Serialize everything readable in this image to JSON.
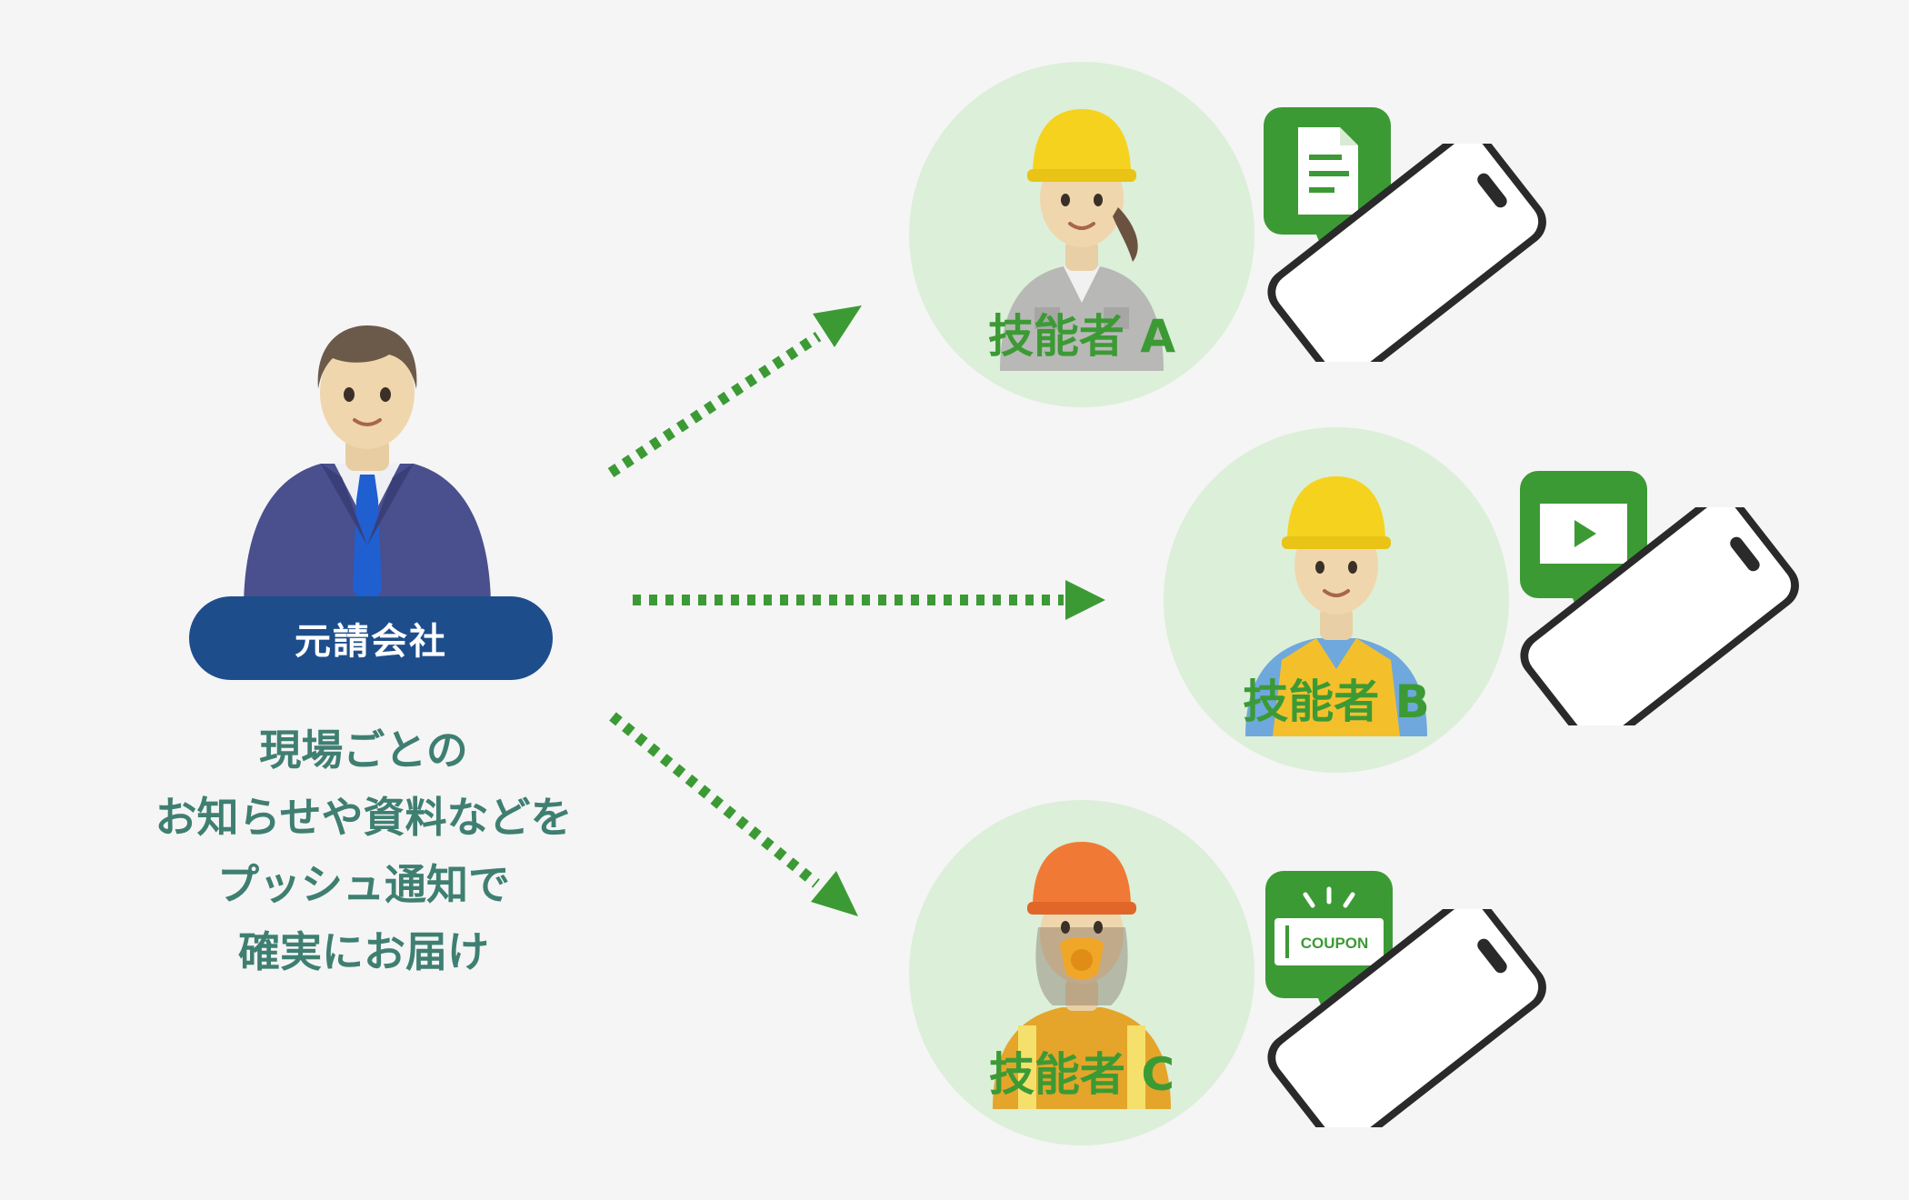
{
  "sender": {
    "label": "元請会社",
    "description_lines": [
      "現場ごとの",
      "お知らせや資料などを",
      "プッシュ通知で",
      "確実にお届け"
    ]
  },
  "recipients": [
    {
      "label": "技能者 A",
      "notification_icon": "document-icon",
      "helmet_color": "#f5d21e"
    },
    {
      "label": "技能者 B",
      "notification_icon": "video-play-icon",
      "helmet_color": "#f5d21e"
    },
    {
      "label": "技能者 C",
      "notification_icon": "coupon-icon",
      "coupon_text": "COUPON",
      "helmet_color": "#f07a35"
    }
  ],
  "colors": {
    "background": "#f5f5f5",
    "sender_pill": "#1e4d8c",
    "description_text": "#3f7f72",
    "recipient_circle": "#dcefd9",
    "recipient_label": "#3c9a35",
    "arrow": "#3c9a35",
    "bubble": "#3c9a35"
  }
}
